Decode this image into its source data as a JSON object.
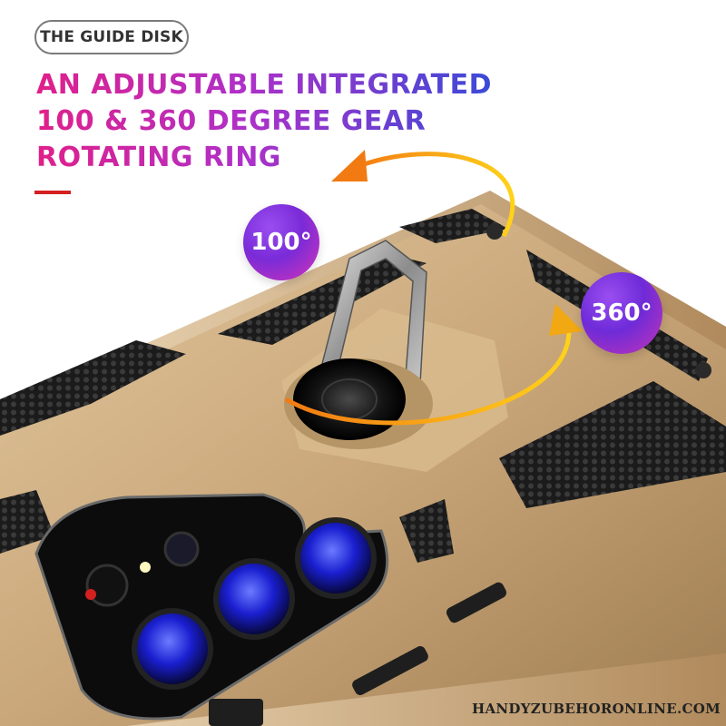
{
  "header": {
    "tag_label": "THE GUIDE DISK"
  },
  "headline": {
    "lines": [
      "AN ADJUSTABLE INTEGRATED",
      "100 & 360 DEGREE GEAR",
      "ROTATING RING"
    ]
  },
  "badges": {
    "tilt_angle": "100°",
    "rotation_angle": "360°"
  },
  "colors": {
    "headline_start": "#e0208a",
    "headline_end": "#3a4ad8",
    "accent_bar": "#d42020",
    "case_gold": "#c9a77a",
    "arrow_orange": "#f28a12",
    "badge_purple": "#7a2bd8"
  },
  "icons": {
    "tilt_arrow": "curved-arrow-icon",
    "rotate_arrow": "curved-arrow-icon"
  },
  "watermark": "HANDYZUBEHORONLINE.COM"
}
